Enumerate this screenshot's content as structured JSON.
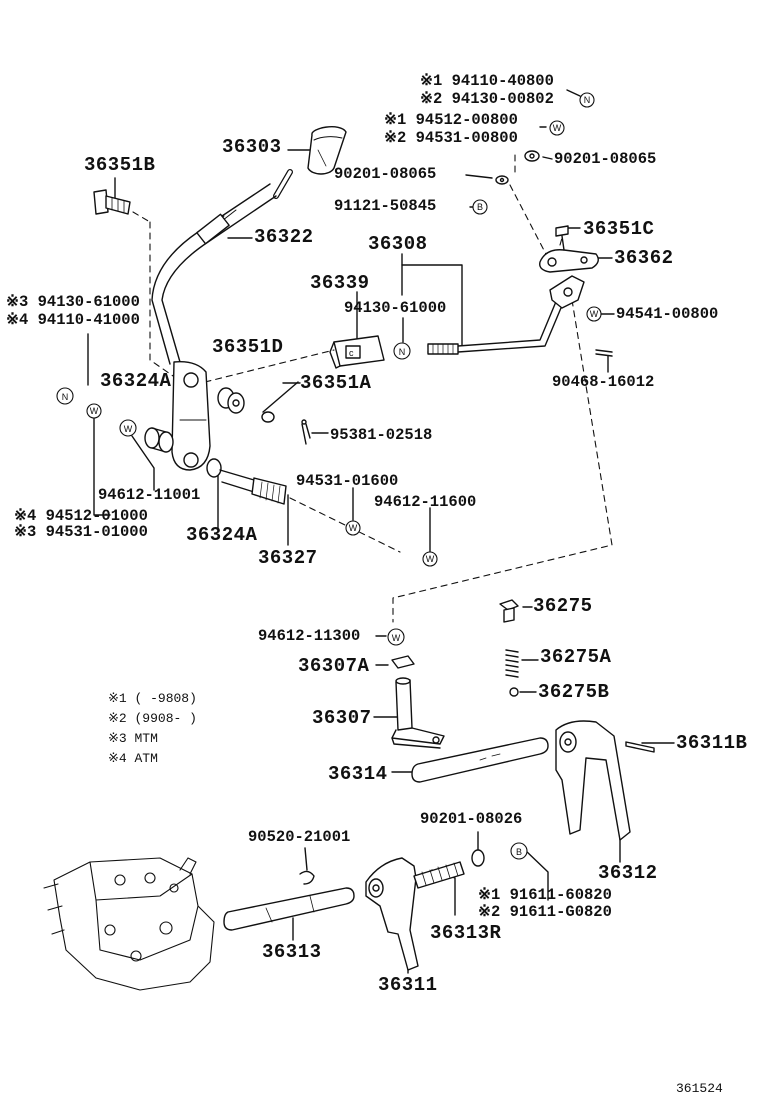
{
  "diagram_id": "361524",
  "symbols": {
    "n": "N",
    "w": "W",
    "b": "B"
  },
  "labels": {
    "p36303": "36303",
    "p36351B": "36351B",
    "p36322": "36322",
    "p36308": "36308",
    "p36339": "36339",
    "p94130_61000_right": "94130-61000",
    "p36351C": "36351C",
    "p36362": "36362",
    "p94541_00800": "94541-00800",
    "p90468_16012": "90468-16012",
    "p36351D": "36351D",
    "p36324A_top": "36324A",
    "p36351A": "36351A",
    "p95381_02518": "95381-02518",
    "p94531_01600": "94531-01600",
    "p94612_11600": "94612-11600",
    "p94612_11001": "94612-11001",
    "p36324A_bottom": "36324A",
    "p36327": "36327",
    "p90201_08065_left": "90201-08065",
    "p90201_08065_right": "90201-08065",
    "p91121_50845": "91121-50845",
    "x1_94110_40800": "※1 94110-40800",
    "x2_94130_00802": "※2 94130-00802",
    "x1_94512_00800": "※1 94512-00800",
    "x2_94531_00800": "※2 94531-00800",
    "x3_94130_61000": "※3 94130-61000",
    "x4_94110_41000": "※4 94110-41000",
    "x4_94512_01000": "※4 94512-01000",
    "x3_94531_01000": "※3 94531-01000",
    "p94612_11300": "94612-11300",
    "p36275": "36275",
    "p36275A": "36275A",
    "p36275B": "36275B",
    "p36307A": "36307A",
    "p36307": "36307",
    "p36311B": "36311B",
    "p36314": "36314",
    "p90201_08026": "90201-08026",
    "p36312": "36312",
    "p90520_21001": "90520-21001",
    "x1_91611_60820": "※1 91611-60820",
    "x2_91611_G0820": "※2 91611-G0820",
    "p36313": "36313",
    "p36313R": "36313R",
    "p36311": "36311"
  },
  "notes": [
    "※1  (      -9808)",
    "※2  (9908-      )",
    "※3  MTM",
    "※4  ATM"
  ]
}
